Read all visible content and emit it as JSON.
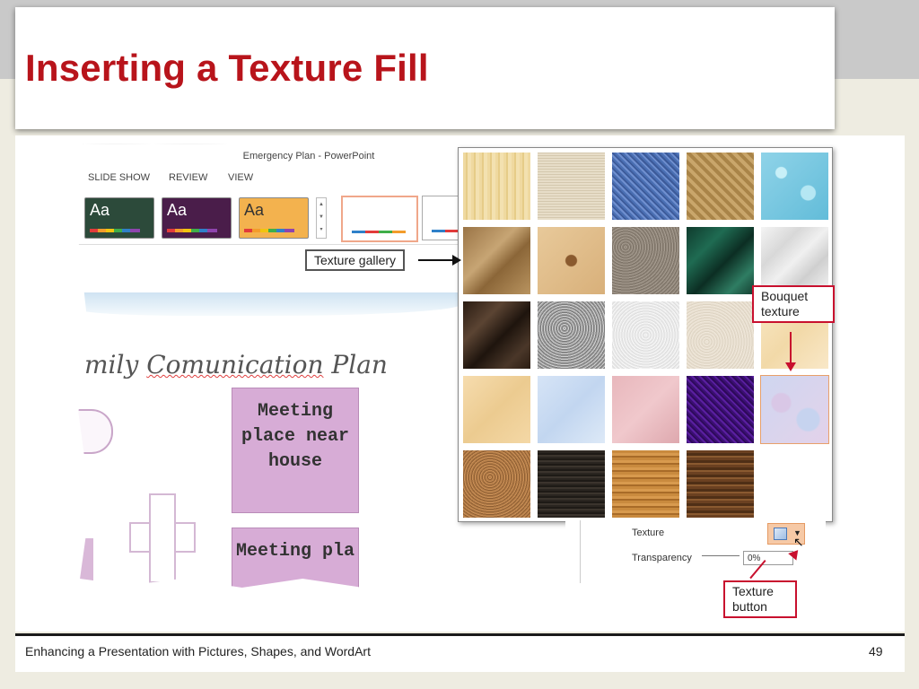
{
  "slide": {
    "title": "Inserting a Texture Fill",
    "footer": "Enhancing a Presentation with Pictures, Shapes, and WordArt",
    "page_number": "49"
  },
  "window": {
    "title": "Emergency Plan - PowerPoint",
    "tabs": [
      "SLIDE SHOW",
      "REVIEW",
      "VIEW"
    ]
  },
  "themes": [
    {
      "label": "Aa",
      "bg": "#2c4a3a"
    },
    {
      "label": "Aa",
      "bg": "#4a1d4a"
    },
    {
      "label": "Aa",
      "bg": "#f3b24e"
    }
  ],
  "slide_content": {
    "heading_prefix": "mily ",
    "heading_misspelled": "Comunication",
    "heading_suffix": " Plan",
    "box1": "Meeting place near house",
    "box2": "Meeting pla"
  },
  "callouts": {
    "texture_gallery": "Texture gallery",
    "bouquet_line1": "Bouquet",
    "bouquet_line2": "texture",
    "texture_button_line1": "Texture",
    "texture_button_line2": "button"
  },
  "format_pane": {
    "texture_label": "Texture",
    "transparency_label": "Transparency",
    "transparency_value": "0%"
  },
  "gallery_tiles": [
    "papyrus",
    "canvas",
    "denim",
    "woven-mat",
    "water-droplets",
    "paper-bag",
    "fish-fossil",
    "sand",
    "green-marble",
    "white-marble",
    "brown-marble",
    "granite",
    "newsprint",
    "recycled-paper",
    "parchment",
    "stationery",
    "blue-tissue-paper",
    "pink-tissue-paper",
    "purple-mesh",
    "bouquet",
    "cork",
    "walnut",
    "oak",
    "medium-wood"
  ],
  "colors": {
    "title": "#b8141b",
    "callout_red": "#c8102e",
    "shape_fill": "#d7acd6"
  }
}
